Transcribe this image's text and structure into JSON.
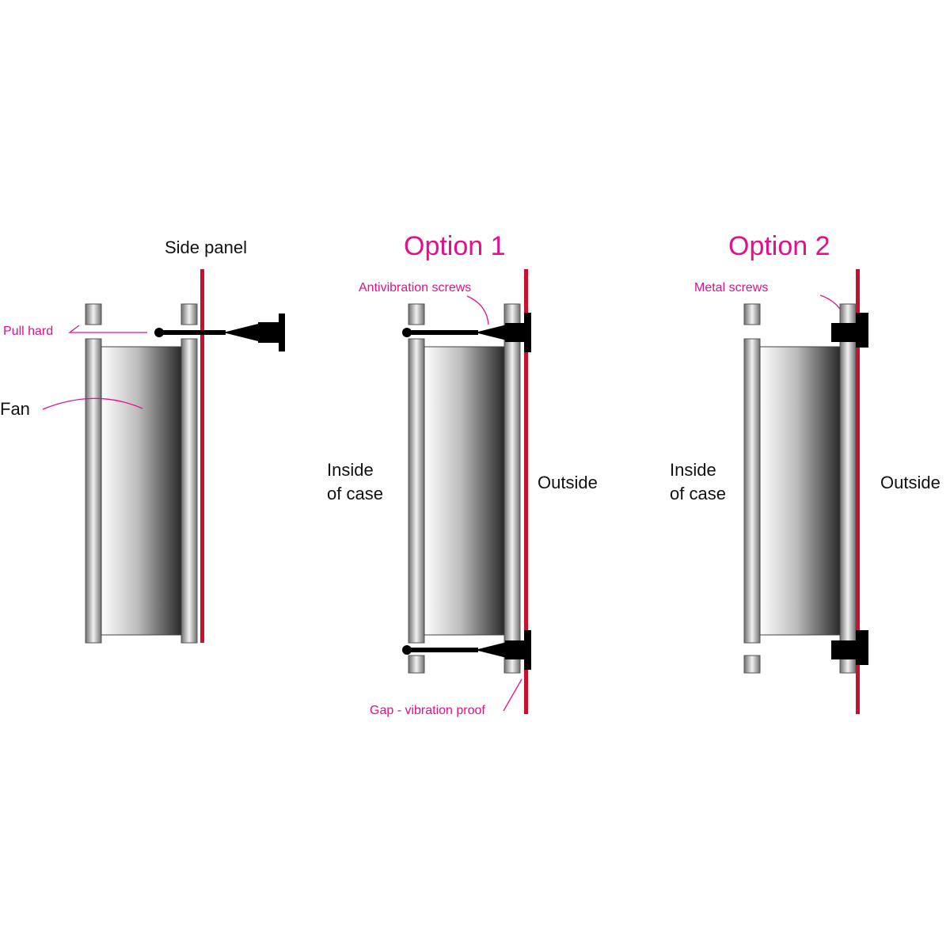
{
  "colors": {
    "accent": "#e0118a",
    "panel": "#c8102e",
    "hardware": "#000000"
  },
  "diagram_left": {
    "side_panel_label": "Side panel",
    "pull_label": "Pull hard",
    "fan_label": "Fan"
  },
  "option1": {
    "title": "Option 1",
    "screws_label": "Antivibration screws",
    "gap_label": "Gap - vibration proof",
    "inside_label_line1": "Inside",
    "inside_label_line2": "of case",
    "outside_label": "Outside"
  },
  "option2": {
    "title": "Option 2",
    "screws_label": "Metal screws",
    "inside_label_line1": "Inside",
    "inside_label_line2": "of case",
    "outside_label": "Outside"
  }
}
